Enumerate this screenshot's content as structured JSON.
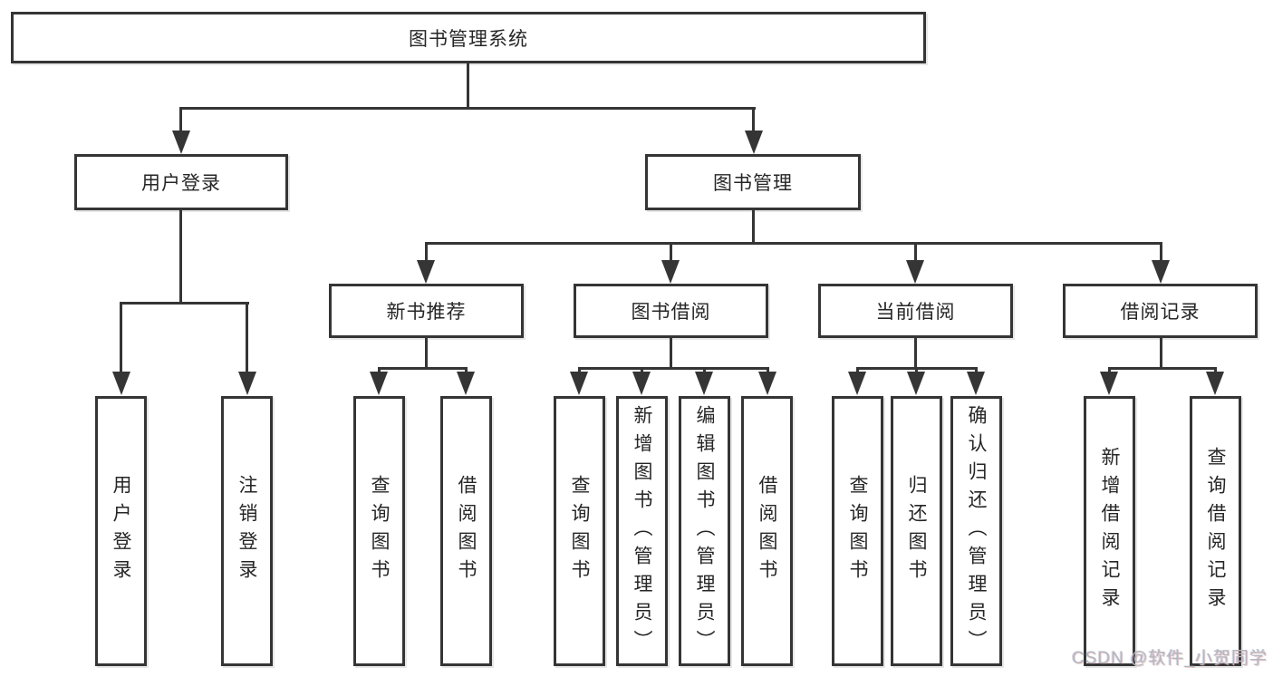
{
  "diagram": {
    "root": "图书管理系统",
    "branches": [
      {
        "label": "用户登录",
        "children": [
          "用户登录",
          "注销登录"
        ]
      },
      {
        "label": "图书管理",
        "children": [
          {
            "label": "新书推荐",
            "children": [
              "查询图书",
              "借阅图书"
            ]
          },
          {
            "label": "图书借阅",
            "children": [
              "查询图书",
              "新增图书（管理员）",
              "编辑图书（管理员）",
              "借阅图书"
            ]
          },
          {
            "label": "当前借阅",
            "children": [
              "查询图书",
              "归还图书",
              "确认归还（管理员）"
            ]
          },
          {
            "label": "借阅记录",
            "children": [
              "新增借阅记录",
              "查询借阅记录"
            ]
          }
        ]
      }
    ],
    "line_color": "#353535",
    "text_color": "#262626",
    "box_fill": "#ffffff"
  },
  "watermark": {
    "text": "CSDN @软件_小贺同学",
    "color": "#b4b7be"
  }
}
